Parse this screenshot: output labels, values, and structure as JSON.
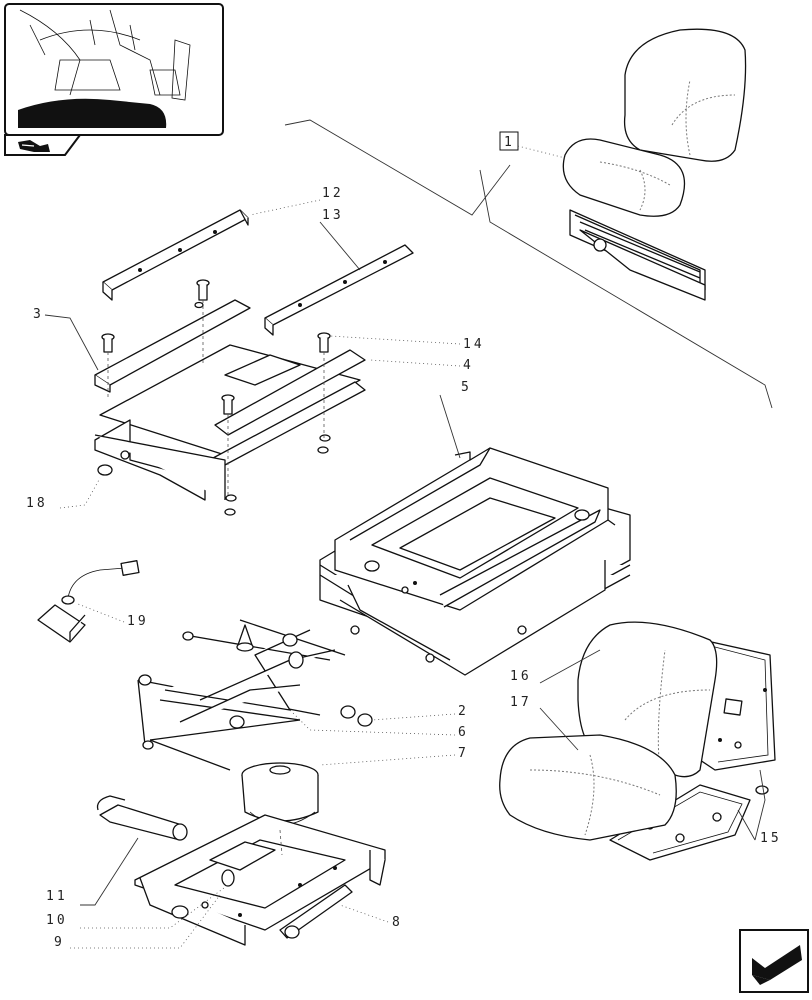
{
  "boxed_callout": "1",
  "callouts": {
    "c2": "2",
    "c3": "3",
    "c4": "4",
    "c5": "5",
    "c6": "6",
    "c7": "7",
    "c8": "8",
    "c9": "9",
    "c10": "10",
    "c11": "11",
    "c12": "12",
    "c13": "13",
    "c14": "14",
    "c15": "15",
    "c16": "16",
    "c17": "17",
    "c18": "18",
    "c19": "19"
  },
  "icons": {
    "thumbnail": "tractor-cab-thumbnail-icon",
    "section_tab": "section-tab-arrow-icon",
    "navigation": "return-arrow-icon"
  },
  "colors": {
    "ink": "#111111",
    "background": "#ffffff"
  }
}
